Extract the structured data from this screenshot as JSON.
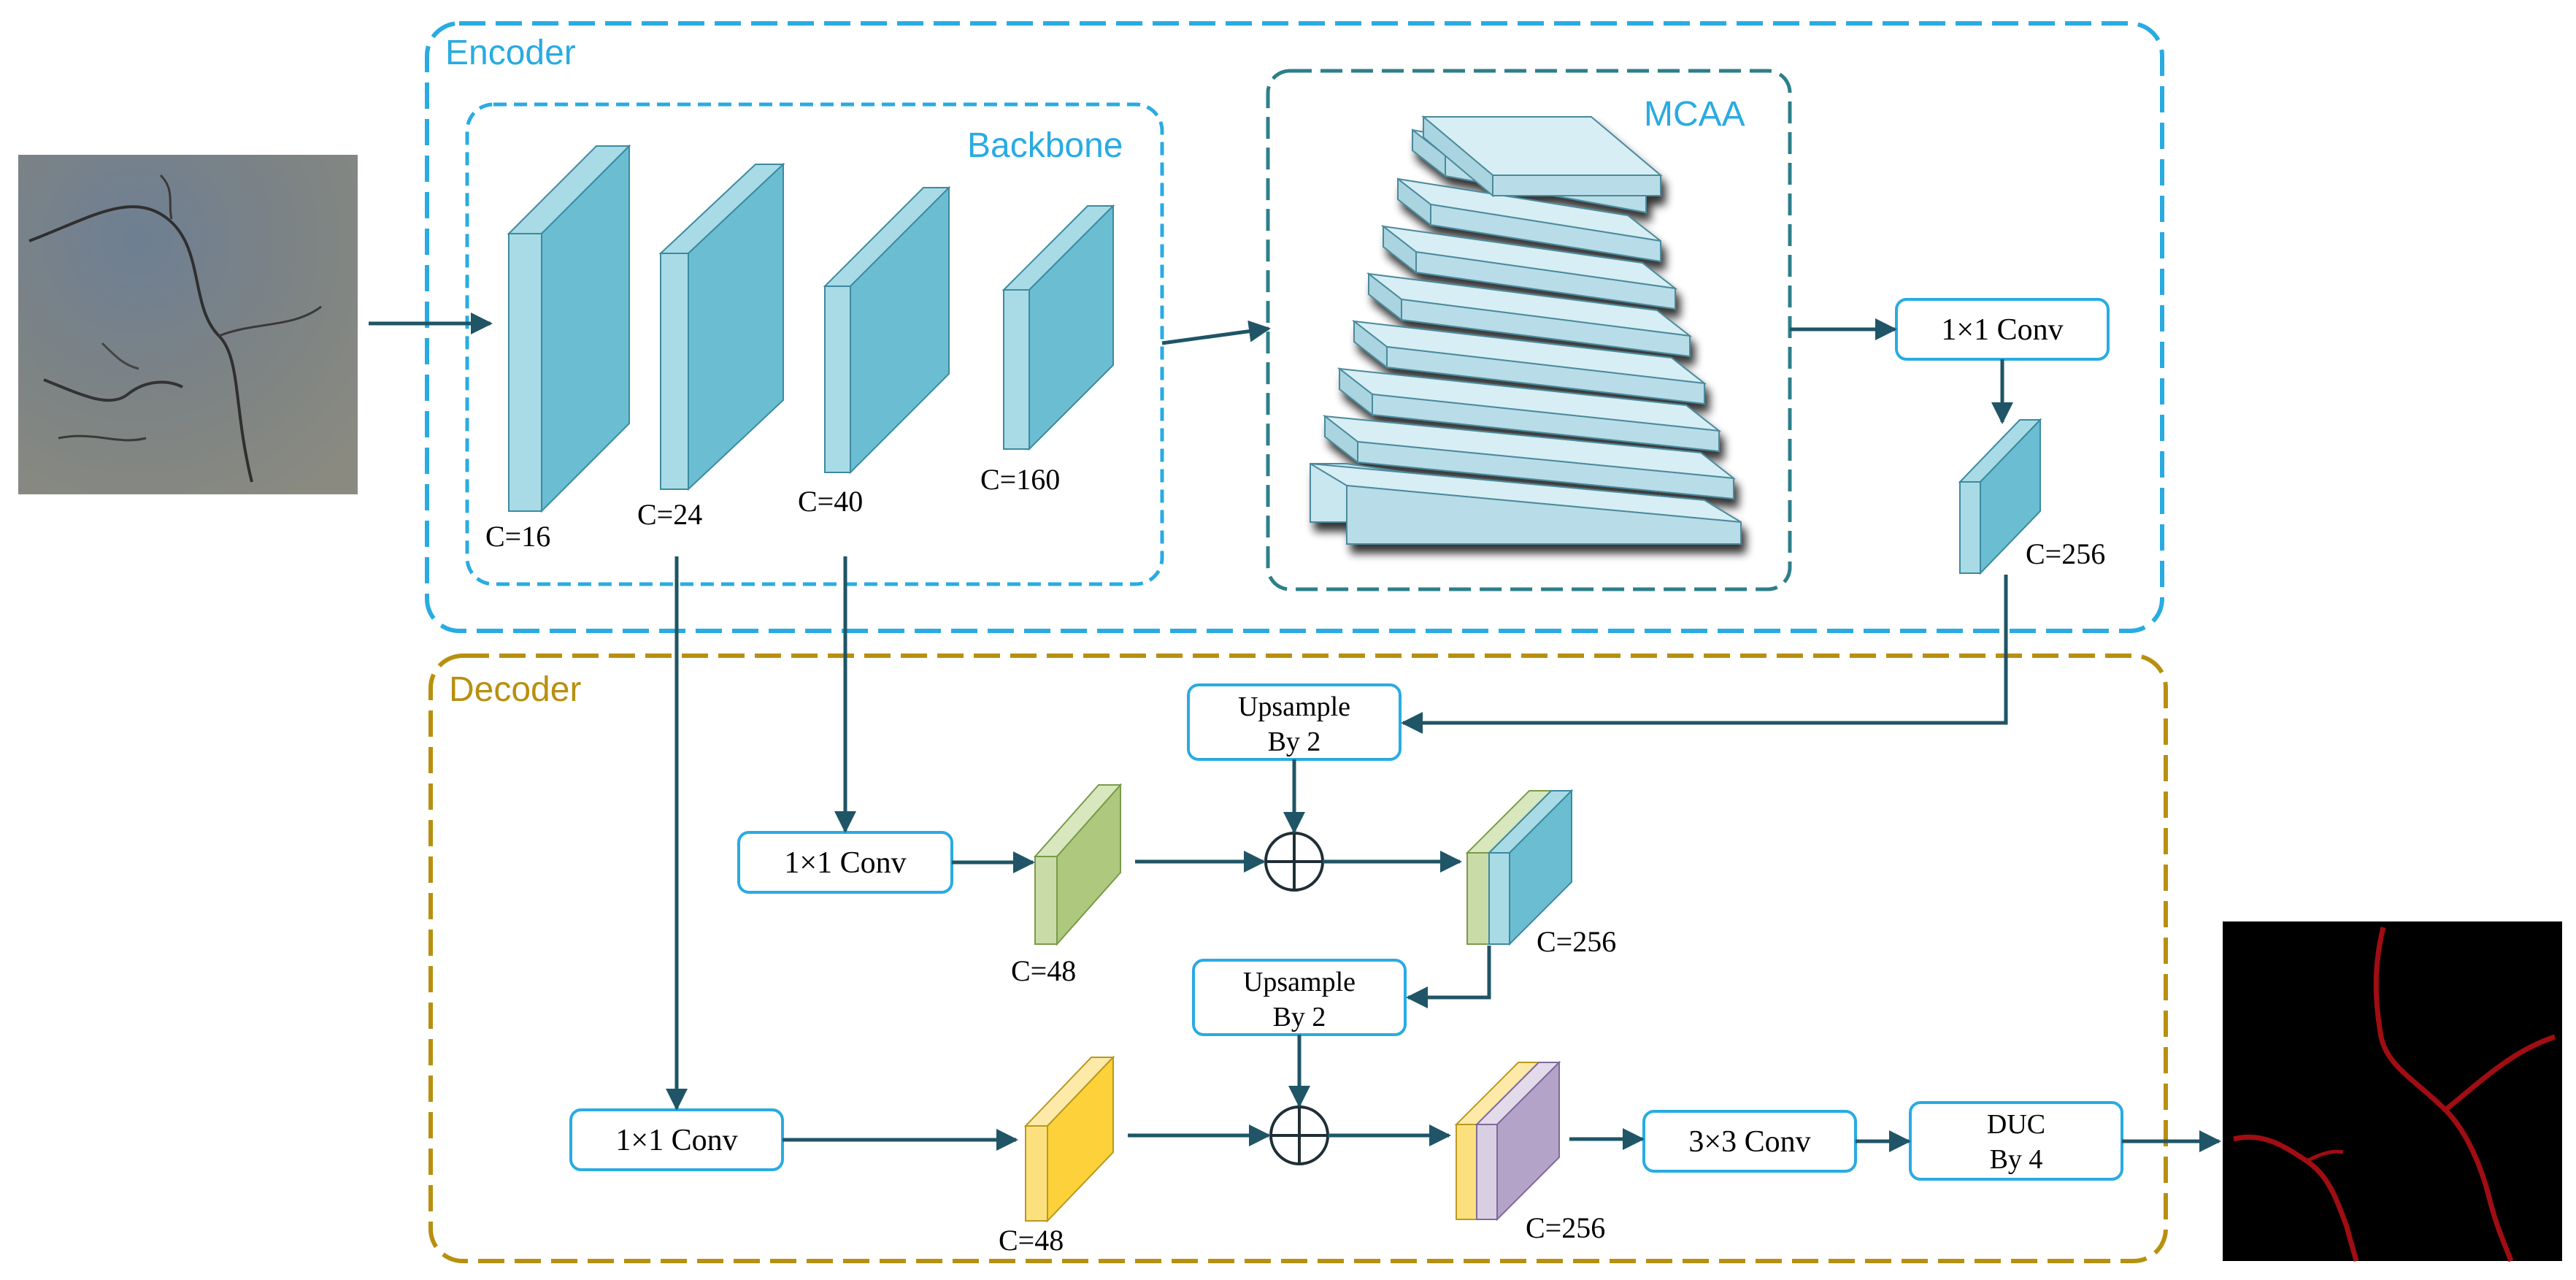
{
  "encoder": {
    "title": "Encoder",
    "color": "#29abe2"
  },
  "decoder": {
    "title": "Decoder",
    "color": "#b8900f"
  },
  "backbone": {
    "title": "Backbone",
    "channels": [
      "C=16",
      "C=24",
      "C=40",
      "C=160"
    ]
  },
  "mcaa": {
    "title": "MCAA"
  },
  "encoder_head": {
    "conv": "1×1 Conv",
    "channel": "C=256"
  },
  "decoder_stage1": {
    "conv": "1×1 Conv",
    "channel": "C=48",
    "upsample_line1": "Upsample",
    "upsample_line2": "By 2",
    "concat_channel": "C=256"
  },
  "decoder_stage2": {
    "conv": "1×1 Conv",
    "channel": "C=48",
    "upsample_line1": "Upsample",
    "upsample_line2": "By 2",
    "concat_channel": "C=256"
  },
  "head": {
    "conv": "3×3 Conv",
    "duc_line1": "DUC",
    "duc_line2": "By 4"
  },
  "colors": {
    "arrow": "#1f5566",
    "box_border": "#29abe2",
    "block_blue": "#6bbdd1",
    "block_green": "#aec87d",
    "block_yellow": "#fdd13a",
    "block_purple": "#b3a3c8",
    "mcaa_border": "#2d7f8a"
  },
  "images": {
    "input": "road-crack-photo",
    "output": "crack-segmentation-mask"
  }
}
